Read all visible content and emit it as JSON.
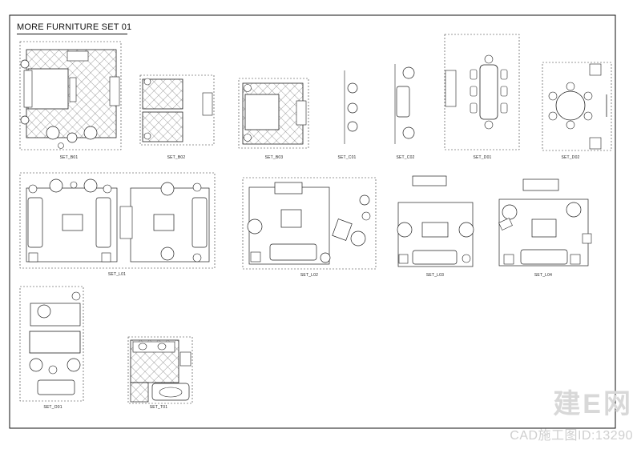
{
  "sheet": {
    "title": "MORE FURNITURE SET 01",
    "labels": {
      "set_b01": "SET_B01",
      "set_b02": "SET_B02",
      "set_b03": "SET_B03",
      "set_c01": "SET_C01",
      "set_c02": "SET_C02",
      "set_d01": "SET_D01",
      "set_d02": "SET_D02",
      "set_l01": "SET_L01",
      "set_l02": "SET_L02",
      "set_l03": "SET_L03",
      "set_l04": "SET_L04",
      "set_o01": "SET_O01",
      "set_t01": "SET_T01"
    }
  },
  "watermark": {
    "logo_text": "建E网",
    "id_text": "CAD施工图ID:13290"
  }
}
